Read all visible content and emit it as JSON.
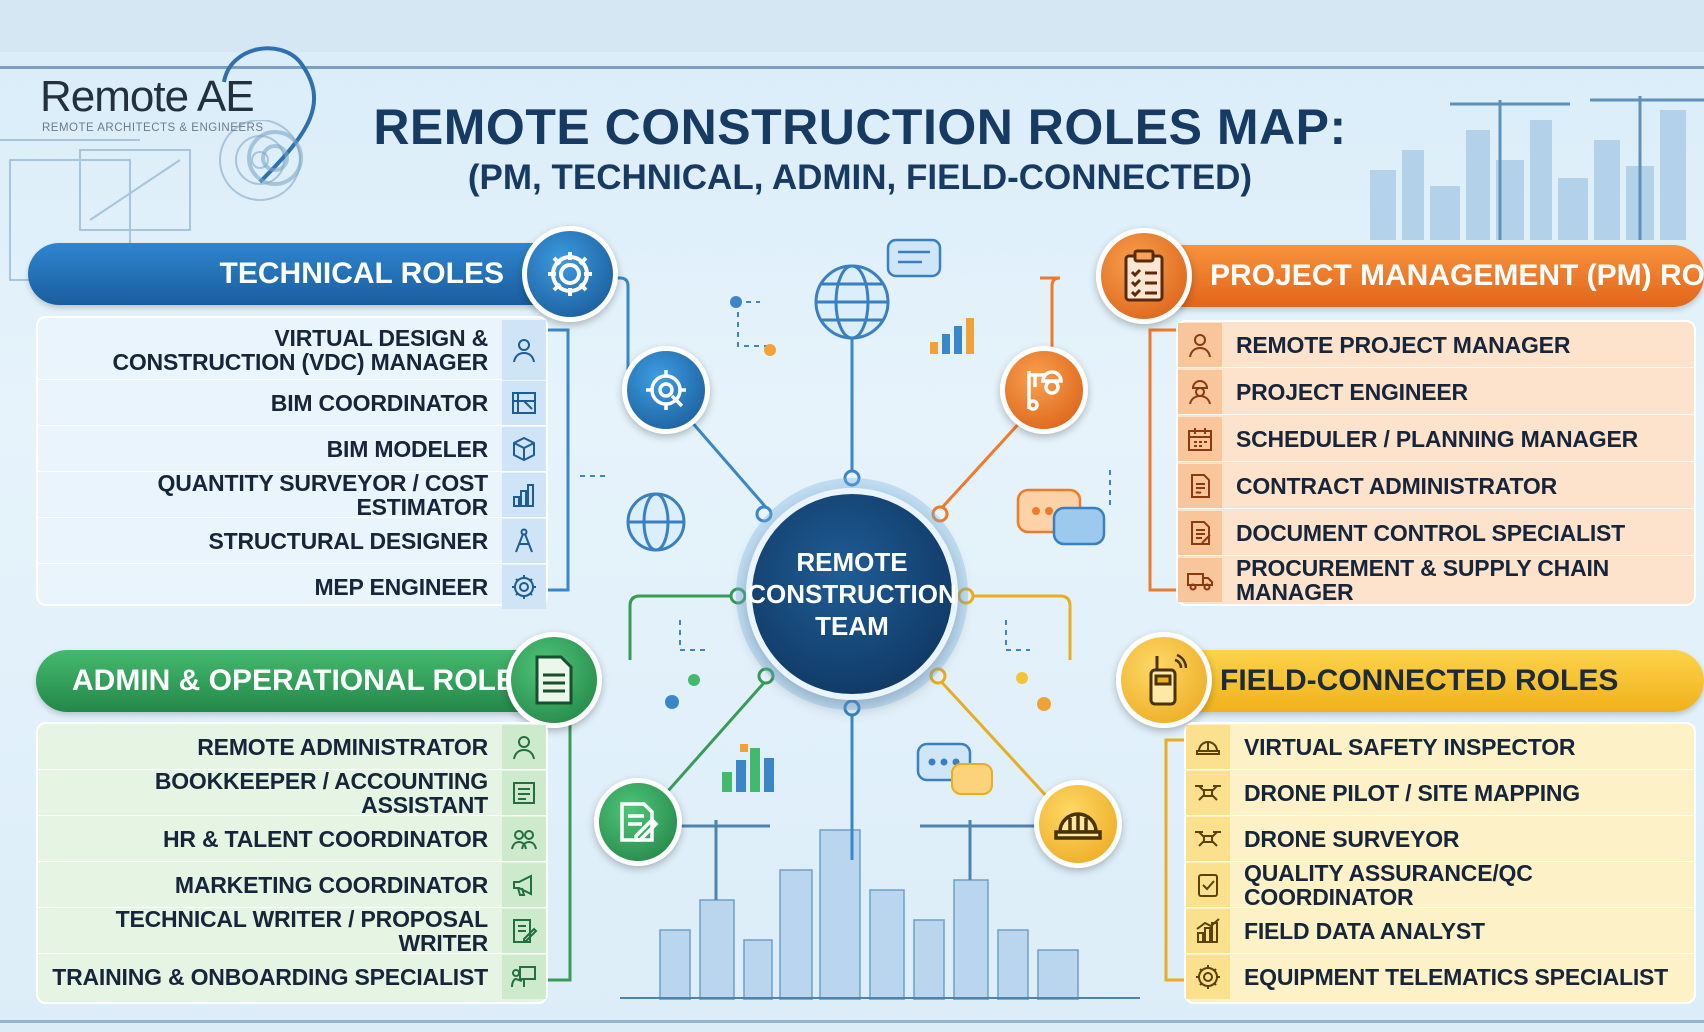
{
  "logo": {
    "name": "Remote AE",
    "tagline": "REMOTE ARCHITECTS & ENGINEERS"
  },
  "title": "REMOTE CONSTRUCTION ROLES MAP:",
  "subtitle": "(PM, TECHNICAL, ADMIN, FIELD-CONNECTED)",
  "hub": {
    "line1": "REMOTE",
    "line2": "CONSTRUCTION",
    "line3": "TEAM"
  },
  "sections": {
    "technical": {
      "title": "TECHNICAL ROLES",
      "color": "#1f6db3",
      "roles": [
        {
          "label": "VIRTUAL DESIGN & CONSTRUCTION (VDC) MANAGER",
          "icon": "user-icon"
        },
        {
          "label": "BIM COORDINATOR",
          "icon": "blueprint-icon"
        },
        {
          "label": "BIM MODELER",
          "icon": "cube-icon"
        },
        {
          "label": "QUANTITY SURVEYOR / COST ESTIMATOR",
          "icon": "bar-chart-icon"
        },
        {
          "label": "STRUCTURAL DESIGNER",
          "icon": "drafting-compass-icon"
        },
        {
          "label": "MEP ENGINEER",
          "icon": "gear-icon"
        }
      ]
    },
    "admin": {
      "title": "ADMIN & OPERATIONAL ROLES",
      "color": "#2e9a55",
      "roles": [
        {
          "label": "REMOTE ADMINISTRATOR",
          "icon": "user-icon"
        },
        {
          "label": "BOOKKEEPER / ACCOUNTING ASSISTANT",
          "icon": "ledger-icon"
        },
        {
          "label": "HR & TALENT COORDINATOR",
          "icon": "people-icon"
        },
        {
          "label": "MARKETING COORDINATOR",
          "icon": "megaphone-icon"
        },
        {
          "label": "TECHNICAL WRITER / PROPOSAL WRITER",
          "icon": "pencil-document-icon"
        },
        {
          "label": "TRAINING & ONBOARDING SPECIALIST",
          "icon": "presentation-icon"
        }
      ]
    },
    "pm": {
      "title": "PROJECT MANAGEMENT (PM) ROLES",
      "color": "#ee7a2b",
      "roles": [
        {
          "label": "REMOTE PROJECT MANAGER",
          "icon": "user-icon"
        },
        {
          "label": "PROJECT ENGINEER",
          "icon": "engineer-icon"
        },
        {
          "label": "SCHEDULER / PLANNING MANAGER",
          "icon": "calendar-icon"
        },
        {
          "label": "CONTRACT ADMINISTRATOR",
          "icon": "contract-icon"
        },
        {
          "label": "DOCUMENT CONTROL SPECIALIST",
          "icon": "document-icon"
        },
        {
          "label": "PROCUREMENT & SUPPLY CHAIN MANAGER",
          "icon": "truck-icon"
        }
      ]
    },
    "field": {
      "title": "FIELD-CONNECTED ROLES",
      "color": "#f3bd2c",
      "roles": [
        {
          "label": "VIRTUAL SAFETY INSPECTOR",
          "icon": "hard-hat-icon"
        },
        {
          "label": "DRONE PILOT / SITE MAPPING",
          "icon": "drone-icon"
        },
        {
          "label": "DRONE SURVEYOR",
          "icon": "drone-icon"
        },
        {
          "label": "QUALITY ASSURANCE/QC COORDINATOR",
          "icon": "checklist-icon"
        },
        {
          "label": "FIELD DATA ANALYST",
          "icon": "bar-chart-icon"
        },
        {
          "label": "EQUIPMENT TELEMATICS SPECIALIST",
          "icon": "gear-icon"
        }
      ]
    }
  }
}
